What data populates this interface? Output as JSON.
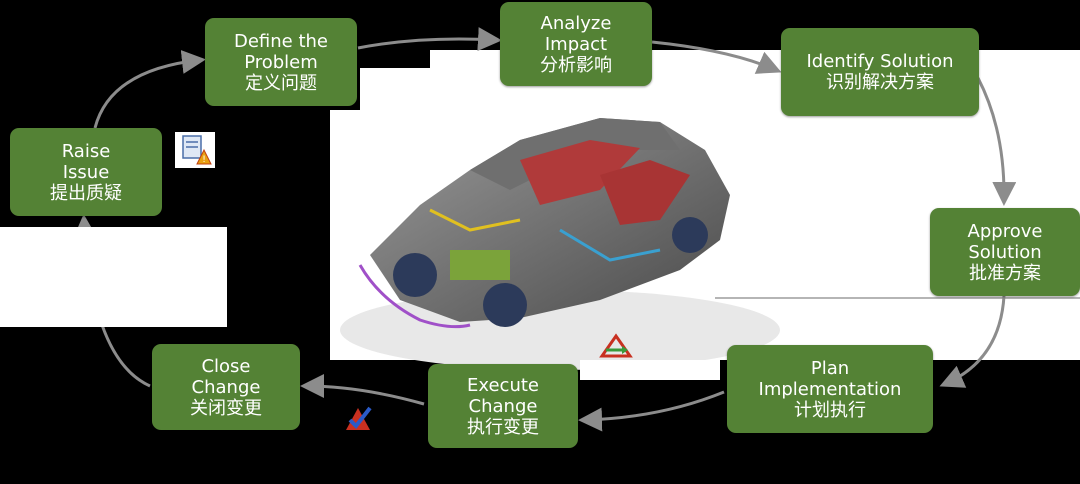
{
  "colors": {
    "node_fill": "#548235",
    "node_text": "#ffffff",
    "arrow": "#8c8c8c",
    "background": "#000000"
  },
  "steps": [
    {
      "id": "raise",
      "en": [
        "Raise",
        "Issue"
      ],
      "zh": "提出质疑"
    },
    {
      "id": "define",
      "en": [
        "Define the",
        "Problem"
      ],
      "zh": "定义问题"
    },
    {
      "id": "analyze",
      "en": [
        "Analyze",
        "Impact"
      ],
      "zh": "分析影响"
    },
    {
      "id": "identify",
      "en": [
        "Identify Solution"
      ],
      "zh": "识别解决方案"
    },
    {
      "id": "approve",
      "en": [
        "Approve",
        "Solution"
      ],
      "zh": "批准方案"
    },
    {
      "id": "plan",
      "en": [
        "Plan",
        "Implementation"
      ],
      "zh": "计划执行"
    },
    {
      "id": "execute",
      "en": [
        "Execute",
        "Change"
      ],
      "zh": "执行变更"
    },
    {
      "id": "close",
      "en": [
        "Close",
        "Change"
      ],
      "zh": "关闭变更"
    }
  ],
  "icons": {
    "issue": "issue-document-warning-icon",
    "change": "change-cycle-icon",
    "close": "checkmark-close-icon"
  },
  "illustration": "car-body-assembly-illustration"
}
